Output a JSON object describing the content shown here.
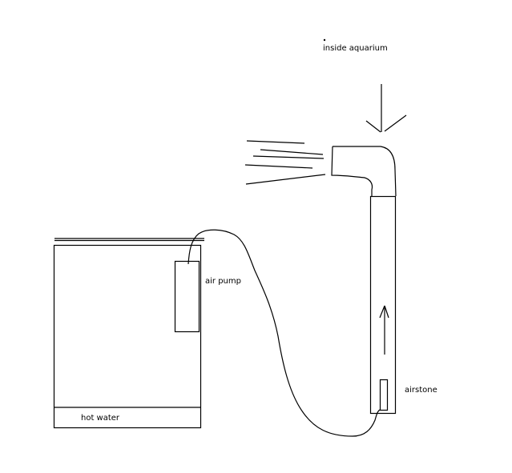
{
  "diagram": {
    "labels": {
      "inside_aquarium": "inside aquarium",
      "air_pump": "air pump",
      "hot_water": "hot water",
      "airstone": "airstone"
    },
    "stroke_color": "#000000",
    "background_color": "#ffffff"
  }
}
